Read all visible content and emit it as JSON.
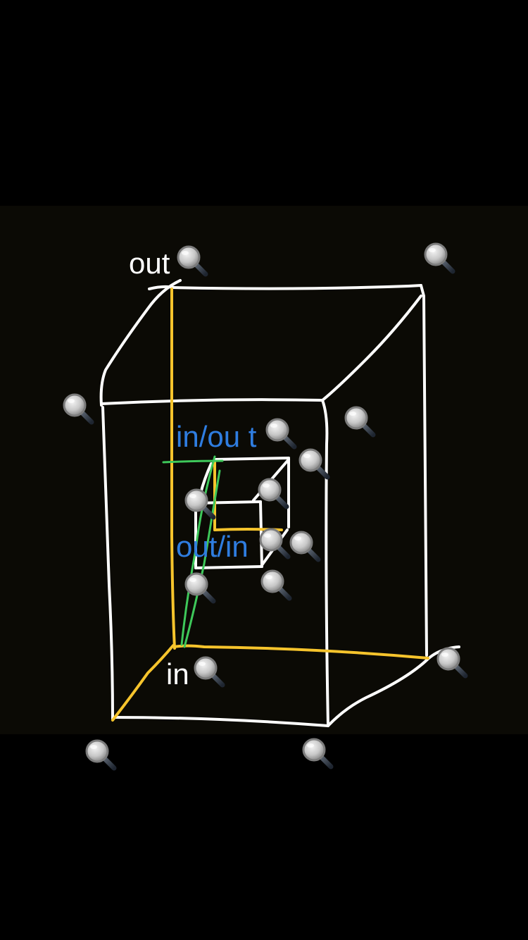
{
  "labels": {
    "top_left_outer": "out",
    "bottom_outer": "in",
    "inner_top": "in/ou t",
    "inner_front": "out/in"
  },
  "colors": {
    "background": "#000000",
    "drawing_area": "#0b0a05",
    "stroke_white": "#ffffff",
    "stroke_yellow": "#f6c42c",
    "stroke_green": "#3ec85a",
    "text_blue": "#2f7de0"
  },
  "icons": {
    "marker": "magnifier-icon"
  }
}
